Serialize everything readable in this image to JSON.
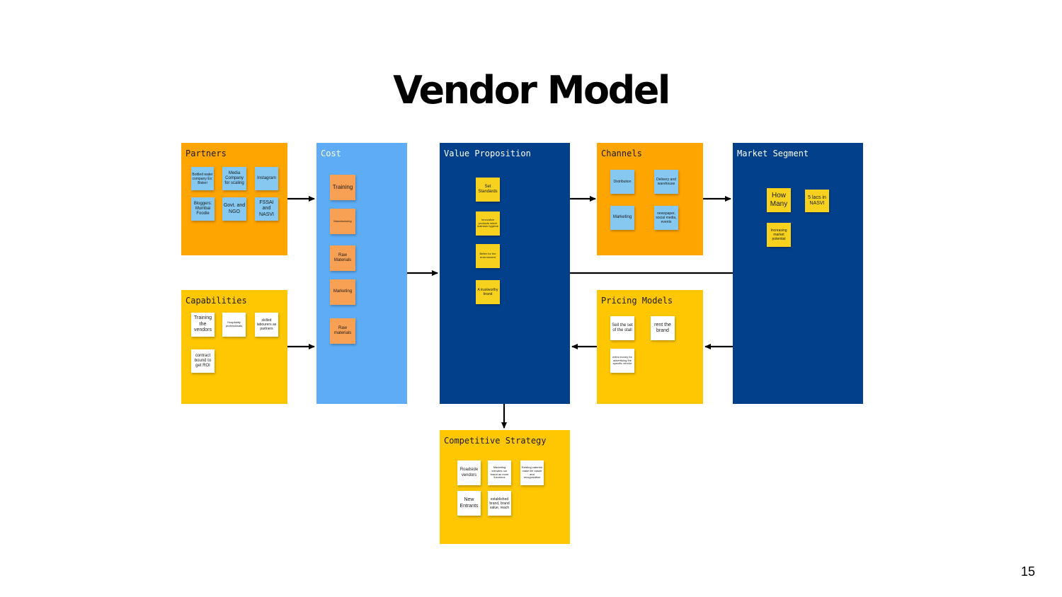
{
  "title": "Vendor Model",
  "page_number": "15",
  "colors": {
    "orange_panel": "#fea501",
    "yellow_panel": "#fec701",
    "light_blue_panel": "#5eacf5",
    "dark_blue_panel": "#03408c",
    "sticky_blue": "#86c8ef",
    "sticky_white": "#ffffff",
    "sticky_yellow": "#f6d21f",
    "sticky_orange": "#f8a155"
  },
  "panels": {
    "partners": {
      "title": "Partners",
      "notes": [
        "Bottled water company Ex: Bisleri",
        "Media Company for scaling",
        "Instagram",
        "Bloggers: Mumbai Foodie",
        "Govt. and NGO",
        "FSSAI and NASVI"
      ]
    },
    "capabilities": {
      "title": "Capabilities",
      "notes": [
        "Training the vendors",
        "Hospitality professionals",
        "skilled labourers as partners",
        "contract bound to get ROI"
      ]
    },
    "cost": {
      "title": "Cost",
      "notes": [
        "Training",
        "Manufacturing",
        "Raw Materials",
        "Marketing",
        "Raw materials"
      ]
    },
    "value_proposition": {
      "title": "Value Proposition",
      "notes": [
        "Set Standards",
        "Innovative products which maintain hygiene",
        "Better for the environment",
        "A trustworthy brand"
      ]
    },
    "channels": {
      "title": "Channels",
      "notes": [
        "Distribution",
        "Delivery and warehouse",
        "Marketing",
        "newspaper, social media, events"
      ]
    },
    "pricing_models": {
      "title": "Pricing Models",
      "notes": [
        "Sell the set of the stall",
        "rent the brand",
        "extra money for advertising the specific vendor"
      ]
    },
    "market_segment": {
      "title": "Market Segment",
      "notes": [
        "How Many",
        "5 lacs in NASVI",
        "Increasing market potential"
      ]
    },
    "competitive_strategy": {
      "title": "Competitive Strategy",
      "notes": [
        "Roadside vendors",
        "Marketing elevates our brand as more luxurious",
        "Existing caterers make life easier and recognization",
        "New Entrants",
        "established brand, brand value, reach"
      ]
    }
  }
}
